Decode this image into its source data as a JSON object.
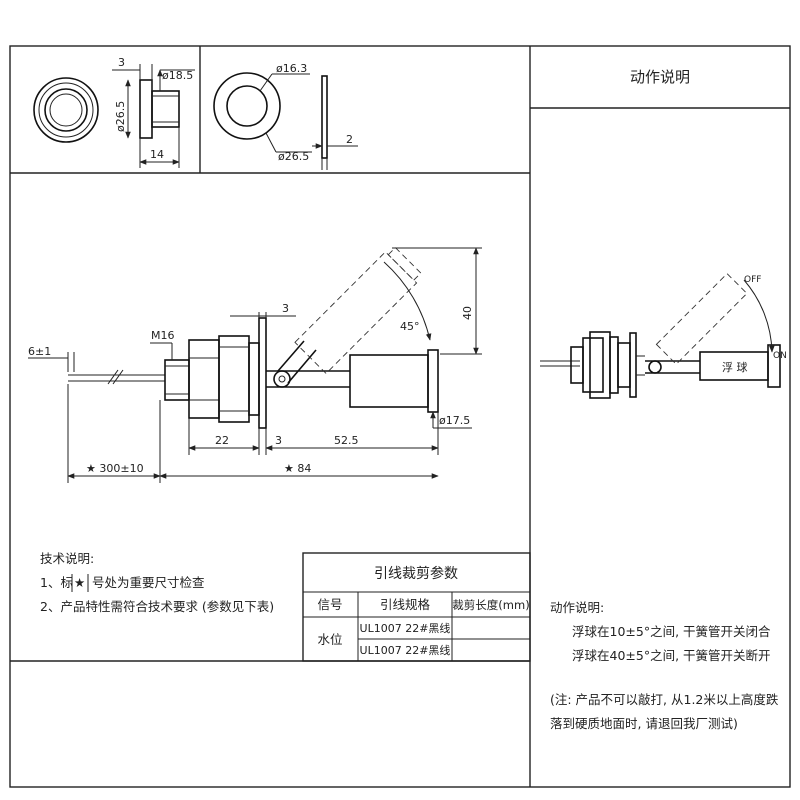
{
  "top_left": {
    "dim_3": "3",
    "dim_d185": "ø18.5",
    "dim_d265": "ø26.5",
    "dim_14": "14"
  },
  "top_mid": {
    "dim_d163": "ø16.3",
    "dim_d265": "ø26.5",
    "dim_2": "2"
  },
  "right_panel": {
    "title": "动作说明",
    "off_label": "OFF",
    "on_label": "ON",
    "float_label": "浮 球",
    "desc_heading": "动作说明:",
    "desc_line1": "浮球在10±5°之间, 干簧管开关闭合",
    "desc_line2": "浮球在40±5°之间, 干簧管开关断开",
    "note_line1": "(注: 产品不可以敲打, 从1.2米以上高度跌",
    "note_line2": "落到硬质地面时, 请退回我厂测试)"
  },
  "main_drawing": {
    "dim_6": "6±1",
    "dim_m16": "M16",
    "dim_3a": "3",
    "dim_40": "40",
    "dim_45": "45°",
    "dim_d175": "ø17.5",
    "dim_22": "22",
    "dim_3b": "3",
    "dim_525": "52.5",
    "dim_300": "★ 300±10",
    "dim_84": "★ 84"
  },
  "tech_notes": {
    "heading": "技术说明:",
    "line1_a": "1、标",
    "line1_star": "★",
    "line1_b": "号处为重要尺寸检查",
    "line2": "2、产品特性需符合技术要求 (参数见下表)"
  },
  "table": {
    "title": "引线裁剪参数",
    "headers": [
      "信号",
      "引线规格",
      "裁剪长度(mm)"
    ],
    "signal": "水位",
    "rows": [
      {
        "spec": "UL1007  22#黑线",
        "length": ""
      },
      {
        "spec": "UL1007  22#黑线",
        "length": ""
      }
    ]
  }
}
